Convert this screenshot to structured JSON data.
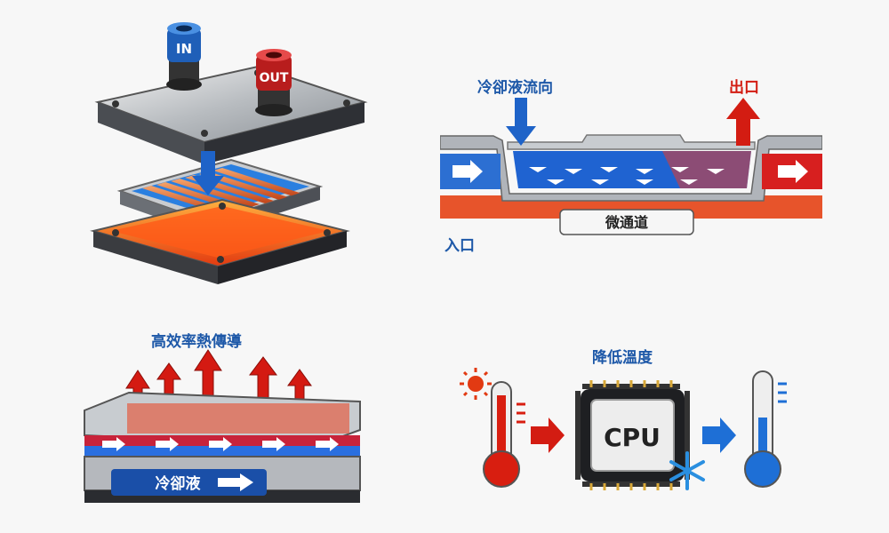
{
  "panel1": {
    "in_label": "IN",
    "out_label": "OUT"
  },
  "panel2": {
    "flow_direction": "冷卻液流向",
    "outlet": "出口",
    "inlet": "入口",
    "microchannel": "微通道"
  },
  "panel3": {
    "title": "高效率熱傳導",
    "coolant": "冷卻液"
  },
  "panel4": {
    "title": "降低溫度",
    "chip": "CPU"
  },
  "colors": {
    "hot": "#d81e10",
    "cold": "#1d6fd6",
    "label_blue": "#1d58a8",
    "label_red": "#d31c12"
  }
}
